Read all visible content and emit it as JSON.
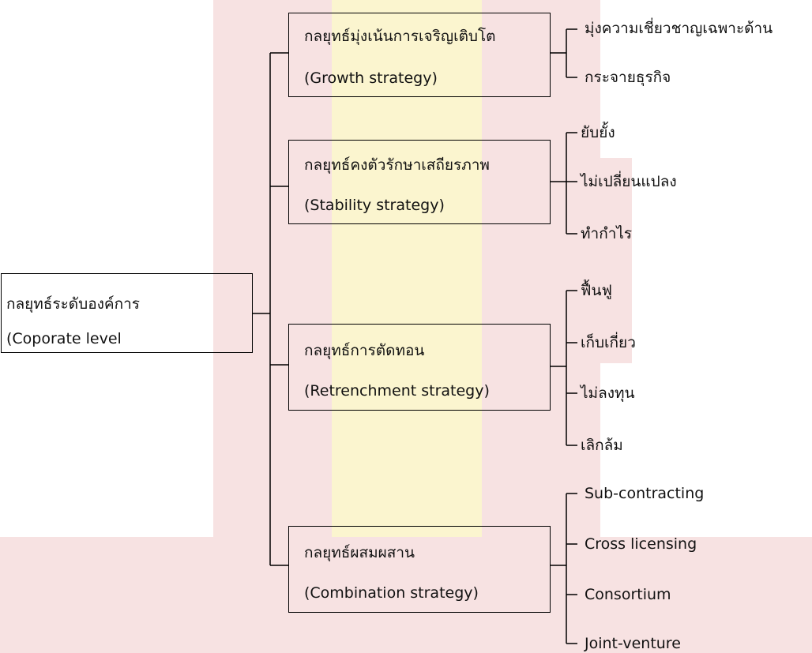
{
  "root": {
    "line1": "กลยุทธ์ระดับองค์การ",
    "line2": "(Coporate level"
  },
  "strategies": [
    {
      "name_th": "กลยุทธ์มุ่งเน้นการเจริญเติบโต",
      "name_en": "(Growth strategy)",
      "options": [
        "มุ่งความเชี่ยวชาญเฉพาะด้าน",
        "กระจายธุรกิจ"
      ]
    },
    {
      "name_th": "กลยุทธ์คงตัวรักษาเสถียรภาพ",
      "name_en": "(Stability strategy)",
      "options": [
        "ยับยั้ง",
        "ไม่เปลี่ยนแปลง",
        "ทำกำไร"
      ]
    },
    {
      "name_th": "กลยุทธ์การตัดทอน",
      "name_en": "(Retrenchment strategy)",
      "options": [
        "ฟื้นฟู",
        "เก็บเกี่ยว",
        "ไม่ลงทุน",
        "เลิกล้ม"
      ]
    },
    {
      "name_th": "กลยุทธ์ผสมผสาน",
      "name_en": "(Combination strategy)",
      "options": [
        "Sub-contracting",
        "Cross licensing",
        "Consortium",
        "Joint-venture"
      ]
    }
  ],
  "colors": {
    "line": "#000000",
    "watermark_red": "#f6dede",
    "watermark_yellow": "#fbf4c8"
  }
}
